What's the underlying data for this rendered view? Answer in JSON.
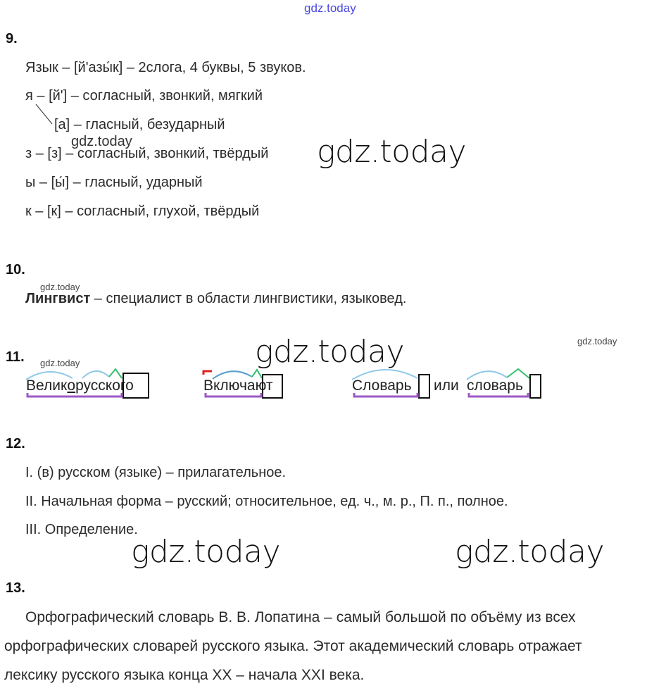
{
  "watermark": "gdz.today",
  "s9": {
    "num": "9.",
    "lines": [
      "Язык – [й'азы́к] – 2слога, 4 буквы, 5 звуков.",
      "я – [й'] – согласный, звонкий, мягкий",
      "[а] – гласный, безударный",
      "з – [з] – согласный, звонкий, твёрдый",
      "ы – [ы́] – гласный, ударный",
      "к – [к] – согласный, глухой, твёрдый"
    ]
  },
  "s10": {
    "num": "10.",
    "term": "Лингвист",
    "definition": " – специалист в области лингвистики, языковед."
  },
  "s11": {
    "num": "11.",
    "w1a": "Велик",
    "w1o": "о",
    "w1b": "русск",
    "w1end": "ого",
    "w2a": "Включа",
    "w2end": "ют",
    "w3": "Словарь",
    "or": "или",
    "w4": "словарь"
  },
  "s12": {
    "num": "12.",
    "lines": [
      "I. (в) русском (языке) – прилагательное.",
      "II. Начальная форма – русский; относительное, ед. ч., м. р., П. п., полное.",
      "III. Определение."
    ]
  },
  "s13": {
    "num": "13.",
    "lines": [
      "Орфографический словарь В. В. Лопатина – самый большой по объёму из всех",
      "орфографических словарей русского языка. Этот академический словарь отражает",
      "лексику русского языка конца XX – начала XXI века."
    ]
  }
}
